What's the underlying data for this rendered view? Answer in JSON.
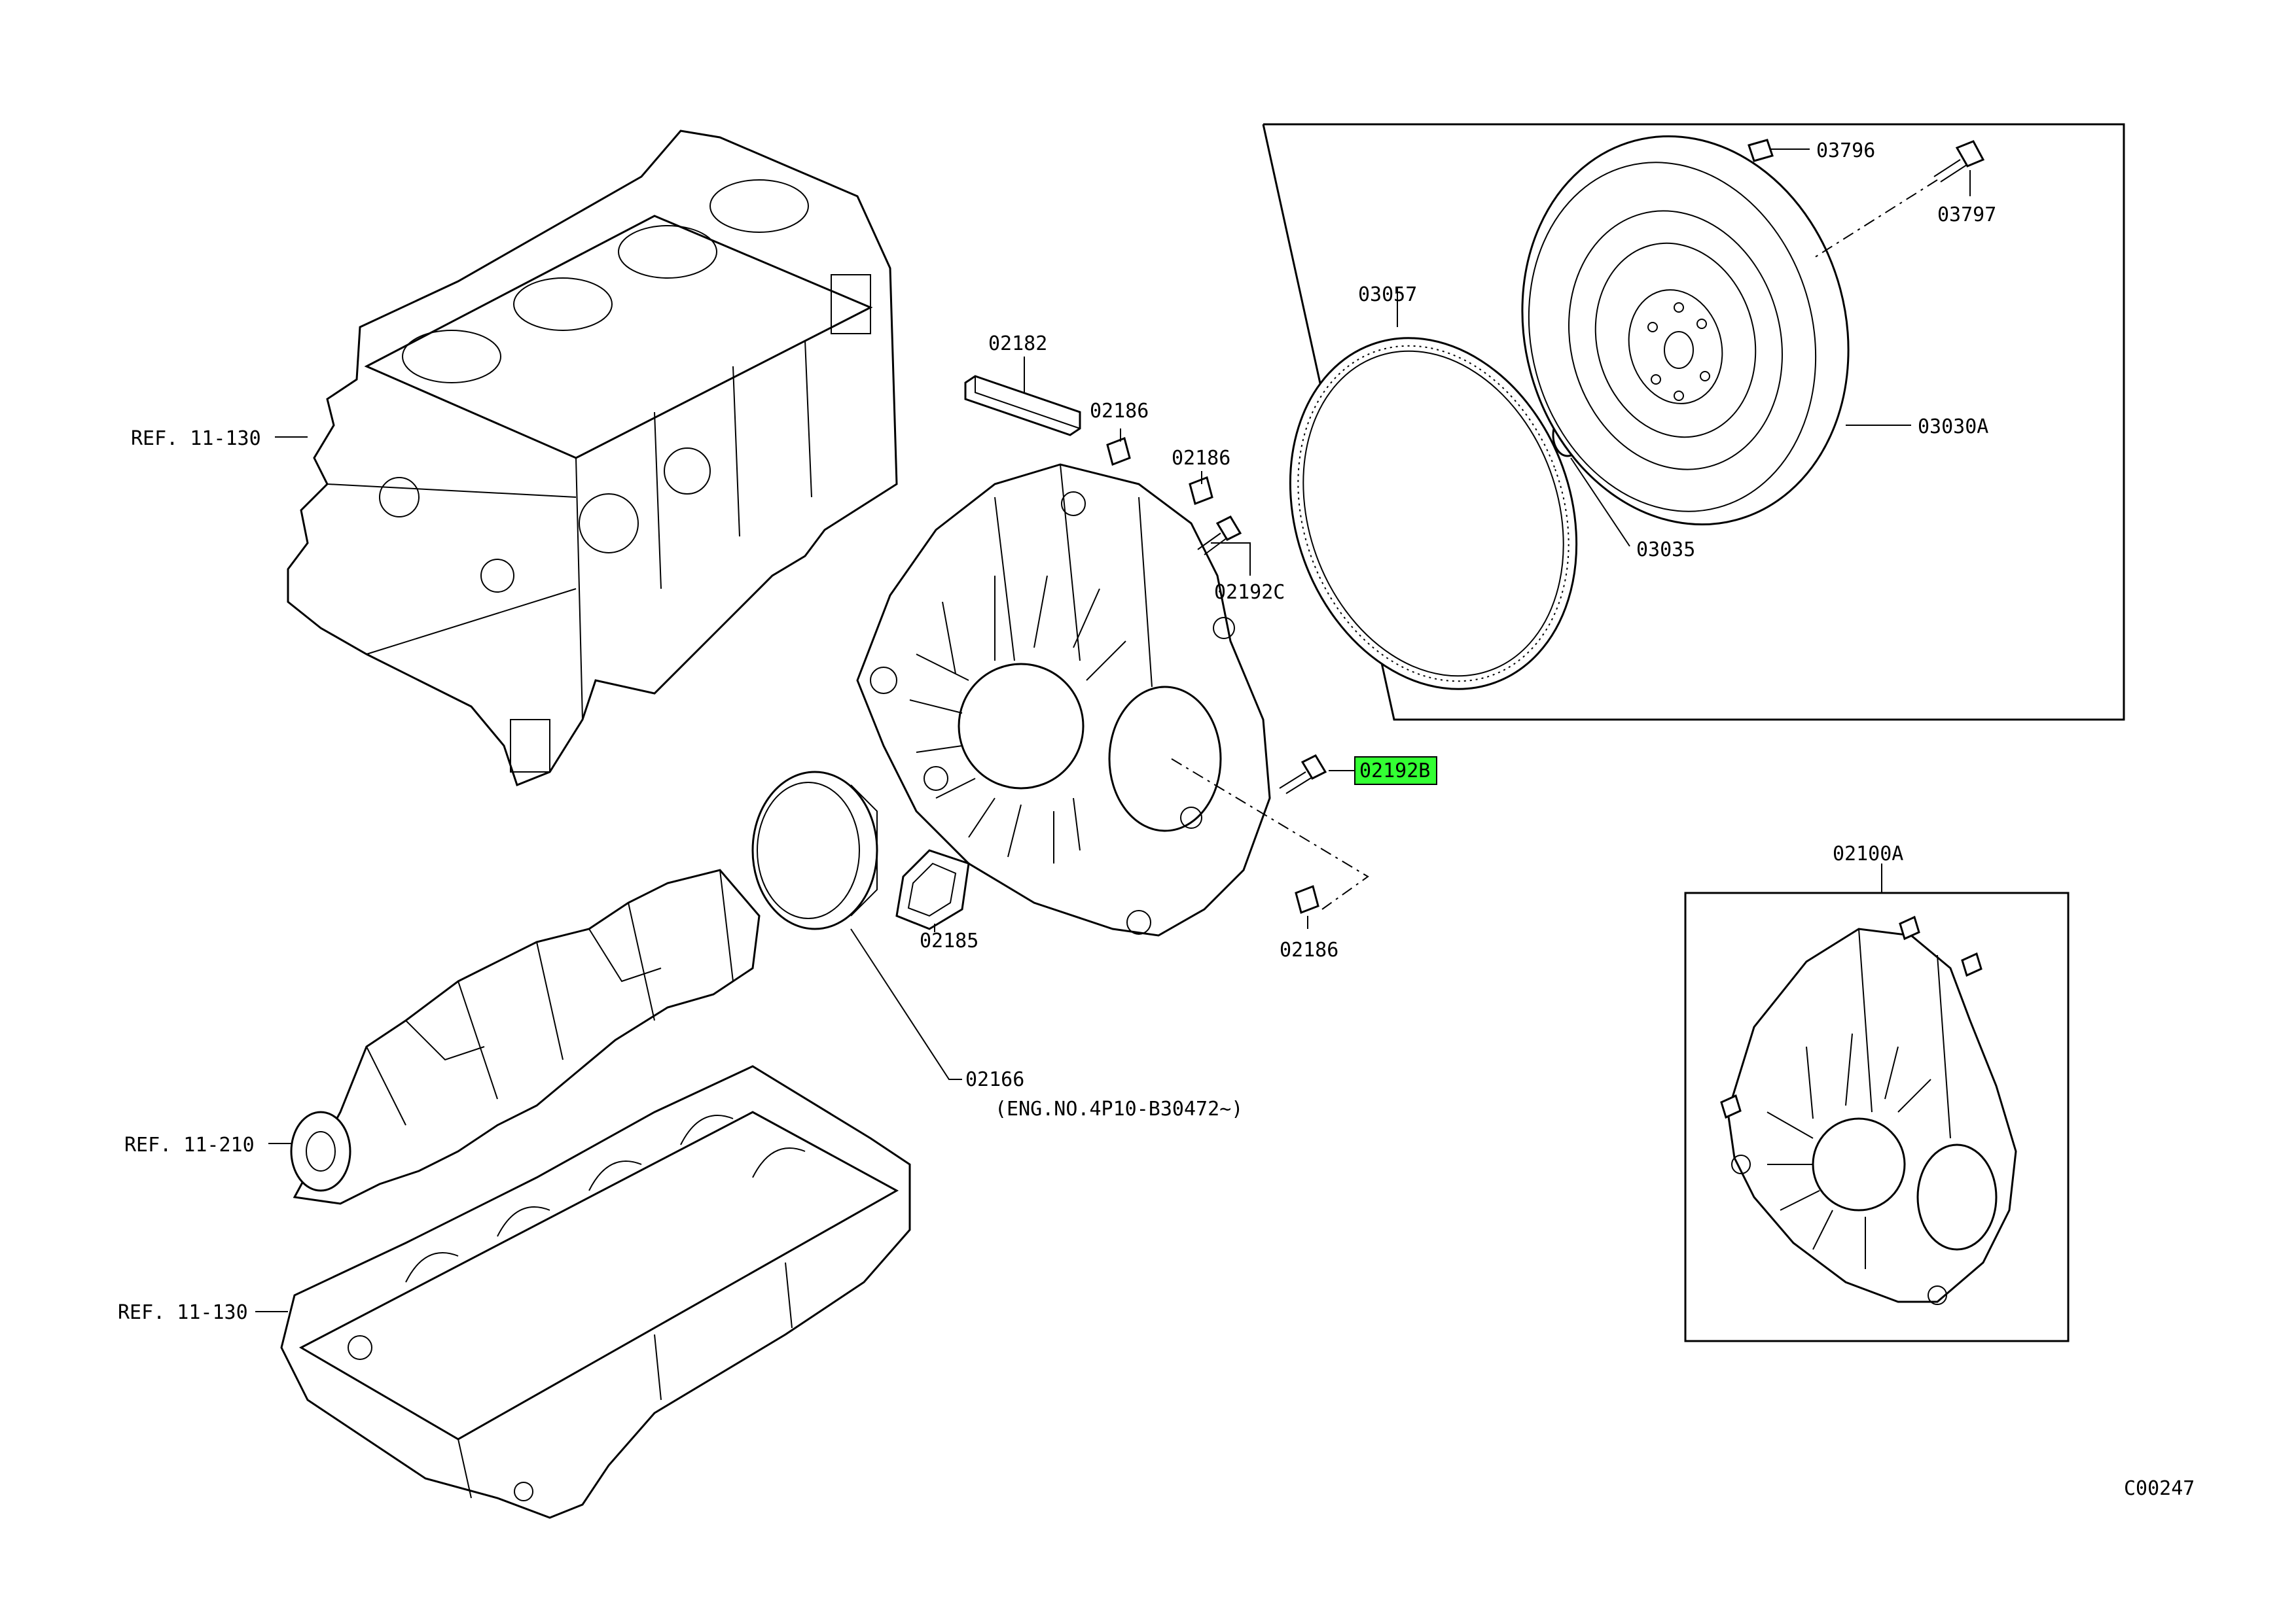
{
  "diagram_code": "C00247",
  "highlight_color": "#33ff33",
  "references": {
    "ref_block_upper": "REF. 11-130",
    "ref_crankshaft": "REF. 11-210",
    "ref_block_lower": "REF. 11-130"
  },
  "parts": {
    "p02182": "02182",
    "p02186_a": "02186",
    "p02186_b": "02186",
    "p02186_c": "02186",
    "p02192C": "02192C",
    "p02192B": "02192B",
    "p02185": "02185",
    "p02166": "02166",
    "p02166_note": "(ENG.NO.4P10-B30472∼)",
    "p03057": "03057",
    "p03035": "03035",
    "p03030A": "03030A",
    "p03796": "03796",
    "p03797": "03797",
    "p02100A": "02100A"
  }
}
